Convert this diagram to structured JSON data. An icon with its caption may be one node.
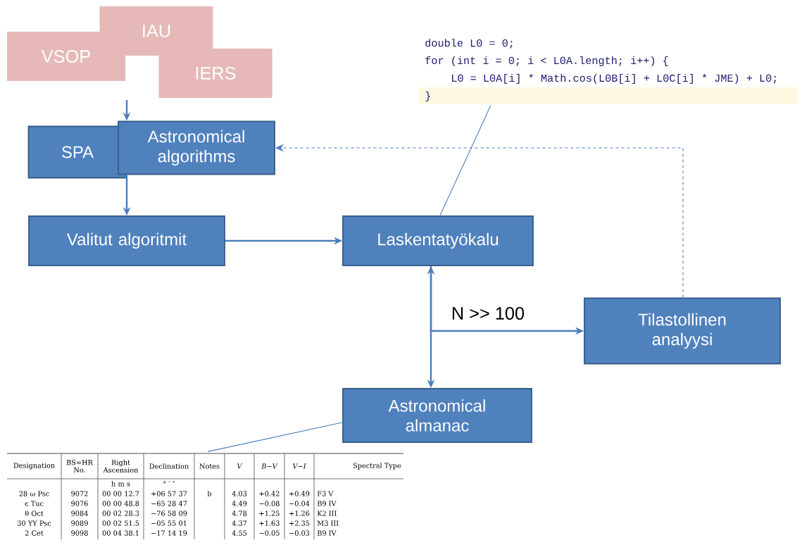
{
  "diagram": {
    "nodes": [
      {
        "text": [
          "VSOP"
        ]
      },
      {
        "text": [
          "IAU"
        ]
      },
      {
        "text": [
          "IERS"
        ]
      },
      {
        "text": [
          "SPA"
        ]
      },
      {
        "text": [
          "Astronomical algorithms"
        ]
      },
      {
        "text": [
          "Valitut algoritmit"
        ]
      },
      {
        "text": [
          "Laskentatyökalu"
        ]
      },
      {
        "text": [
          "Tilastollinen analyysi"
        ]
      },
      {
        "text": [
          "Astronomical almanac"
        ]
      },
      {
        "text": [
          "double L0 = 0;",
          "for (int i = 0; i < L0A.length; i++) {",
          "L0 = L0A[i] * Math.cos(L0B[i] + L0C[i] * JME) + L0;",
          "}"
        ]
      },
      {
        "text": [
          "Designation",
          "BS=HR No.",
          "Right Ascension",
          "Declination",
          "Notes",
          "V",
          "B−V",
          "V−I",
          "Spectral Type",
          "h m s",
          "° ′ ″",
          "28 ω Psc",
          "9072",
          "00 00 12.7",
          "+06 57 37",
          "b",
          "4.03",
          "+0.42",
          "+0.49",
          "F3 V",
          "ϵ Tuc",
          "9076",
          "00 00 48.8",
          "−65 28 47",
          "4.49",
          "−0.08",
          "−0.04",
          "B9 IV",
          "θ Oct",
          "9084",
          "00 02 28.3",
          "−76 58 09",
          "4.78",
          "+1.25",
          "+1.26",
          "K2 III",
          "30 YY Psc",
          "9089",
          "00 02 51.5",
          "−05 55 01",
          "4.37",
          "+1.63",
          "+2.35",
          "M3 III",
          "2 Cet",
          "9098",
          "00 04 38.1",
          "−17 14 19",
          "4.55",
          "−0.05",
          "−0.03",
          "B9 IV"
        ]
      }
    ],
    "edges": [
      {
        "from": null,
        "to": 4,
        "arrow": "to"
      },
      {
        "from": 4,
        "to": 5,
        "arrow": "to"
      },
      {
        "from": 5,
        "to": 6,
        "arrow": "to"
      },
      {
        "from": 6,
        "to": 8,
        "arrow": "both"
      },
      {
        "from": 6,
        "to": 7,
        "arrow": "to",
        "label": "N >> 100"
      },
      {
        "from": 7,
        "to": 4,
        "arrow": "to",
        "style": "dashed"
      },
      {
        "from": 6,
        "to": 9,
        "arrow": "none"
      },
      {
        "from": 8,
        "to": 10,
        "arrow": "none"
      }
    ]
  }
}
